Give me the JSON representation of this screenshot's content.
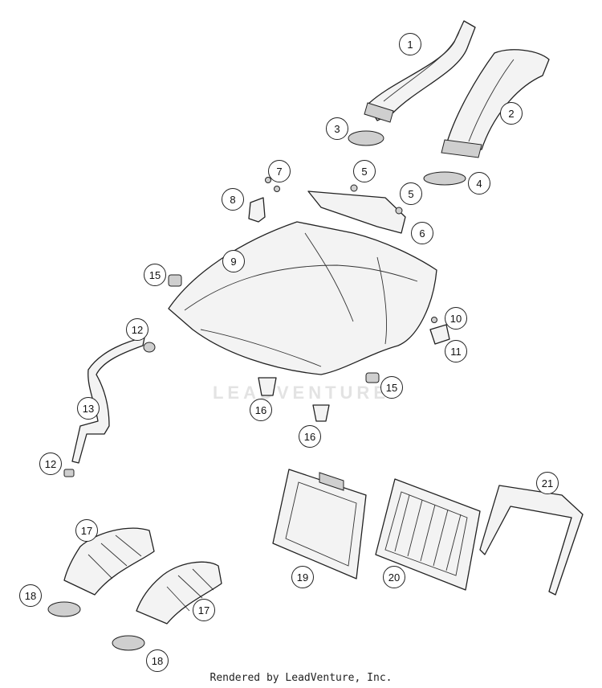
{
  "watermark": "LEADVENTURE",
  "footer": "Rendered by LeadVenture, Inc.",
  "callouts": [
    "1",
    "2",
    "3",
    "4",
    "5",
    "5",
    "6",
    "7",
    "8",
    "9",
    "10",
    "11",
    "12",
    "12",
    "13",
    "15",
    "15",
    "16",
    "16",
    "17",
    "17",
    "18",
    "18",
    "19",
    "20",
    "21"
  ]
}
